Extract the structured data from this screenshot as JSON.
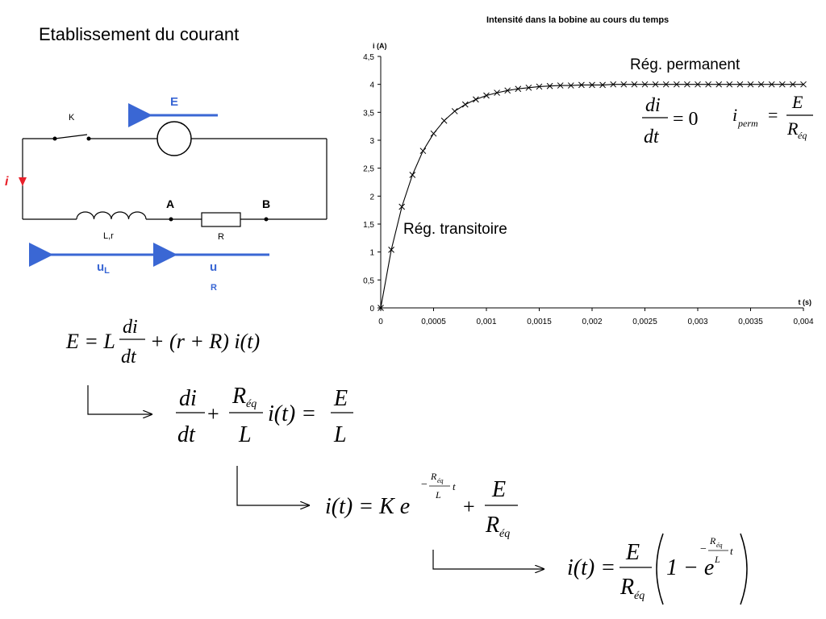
{
  "page": {
    "title": "Etablissement du courant"
  },
  "circuit": {
    "switch_label": "K",
    "source_label": "E",
    "current_label": "i",
    "inductor_label": "L,r",
    "resistor_label": "R",
    "node_a": "A",
    "node_b": "B",
    "ul_main": "u",
    "ul_sub": "L",
    "ur_main": "u",
    "ur_sub": "R",
    "colors": {
      "arrow": "#3a67d4",
      "current": "#e8202a",
      "wire": "#000000"
    }
  },
  "chart_data": {
    "type": "scatter",
    "title": "Intensité dans la bobine au cours du temps",
    "ylabel": "i (A)",
    "xlabel": "t (s)",
    "xlim": [
      0,
      0.004
    ],
    "ylim": [
      0,
      4.5
    ],
    "xticks": [
      "0",
      "0,0005",
      "0,001",
      "0,0015",
      "0,002",
      "0,0025",
      "0,003",
      "0,0035",
      "0,004"
    ],
    "yticks": [
      "0",
      "0,5",
      "1",
      "1,5",
      "2",
      "2,5",
      "3",
      "3,5",
      "4",
      "4,5"
    ],
    "marker": "x",
    "series": [
      {
        "x": [
          0,
          0.0001,
          0.0002,
          0.0003,
          0.0004,
          0.0005,
          0.0006,
          0.0007,
          0.0008,
          0.0009,
          0.001,
          0.0011,
          0.0012,
          0.0013,
          0.0014,
          0.0015,
          0.0016,
          0.0017,
          0.0018,
          0.0019,
          0.002,
          0.0021,
          0.0022,
          0.0023,
          0.0024,
          0.0025,
          0.0026,
          0.0027,
          0.0028,
          0.0029,
          0.003,
          0.0031,
          0.0032,
          0.0033,
          0.0034,
          0.0035,
          0.0036,
          0.0037,
          0.0038,
          0.0039,
          0.004
        ],
        "y": [
          0,
          1.04,
          1.81,
          2.38,
          2.81,
          3.12,
          3.35,
          3.52,
          3.64,
          3.73,
          3.8,
          3.85,
          3.89,
          3.92,
          3.94,
          3.96,
          3.97,
          3.98,
          3.98,
          3.99,
          3.99,
          3.99,
          4.0,
          4.0,
          4.0,
          4.0,
          4.0,
          4.0,
          4.0,
          4.0,
          4.0,
          4.0,
          4.0,
          4.0,
          4.0,
          4.0,
          4.0,
          4.0,
          4.0,
          4.0,
          4.0
        ]
      }
    ],
    "annotations": [
      "Rég. permanent",
      "Rég. transitoire"
    ]
  },
  "regions": {
    "permanent": "Rég. permanent",
    "transitoire": "Rég. transitoire"
  },
  "formulas": {
    "di": "di",
    "dt": "dt",
    "eq_zero": "= 0",
    "i_perm": "i",
    "perm_sub": "perm",
    "E": "E",
    "R": "R",
    "eq_sub": "éq",
    "f1_left": "E = L",
    "f1_right": "+ (r + R) i(t)",
    "f2_plus": "+",
    "f2_mid": "i(t) =",
    "L": "L",
    "f3_left": "i(t) = K e",
    "f3_plus": "+",
    "f4_left": "i(t) =",
    "f4_one": "1 − e",
    "exp_t": "t",
    "exp_minus": "−"
  }
}
